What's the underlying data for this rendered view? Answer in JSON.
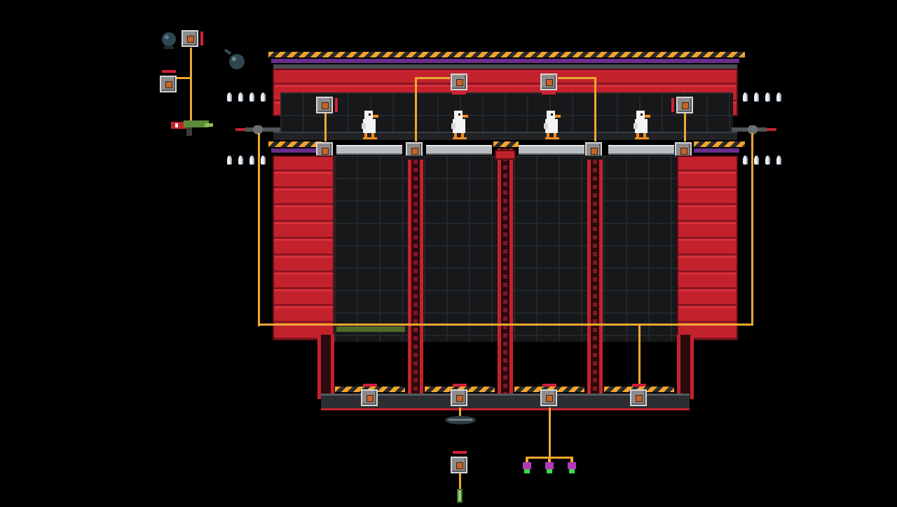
{
  "scene": {
    "name": "duck-game-level-editor",
    "background_color": "#000000",
    "accent_wire_color": "#f0a830",
    "hull_red": "#c3222d",
    "hazard_yellow": "#f2a52c",
    "trim_purple": "#6a2d8c",
    "duck_count": 4,
    "spike_rows": 4,
    "spikes_per_row": 4
  },
  "icons": [
    "ducks",
    "item-boxes",
    "spikes",
    "turrets",
    "grenade",
    "bomb",
    "blaster-gun",
    "plant-gun",
    "flowers"
  ]
}
